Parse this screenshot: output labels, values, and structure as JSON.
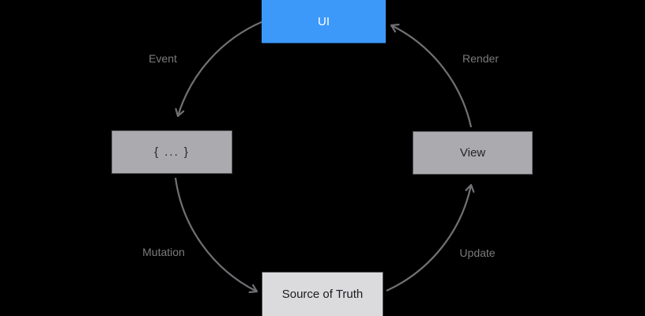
{
  "diagram": {
    "type": "cycle-flow",
    "background_color": "#000000",
    "arrow_color": "#707074",
    "edge_label_color": "#7b7b7e",
    "accent_blue": "#3C99FA",
    "node_gray": "#ABABAF",
    "node_light_gray": "#DBDBDD",
    "nodes": [
      {
        "id": "ui",
        "label": "UI"
      },
      {
        "id": "state-object",
        "label": "{ ... }"
      },
      {
        "id": "view",
        "label": "View"
      },
      {
        "id": "source-of-truth",
        "label": "Source of Truth"
      }
    ],
    "edges": [
      {
        "id": "event",
        "label": "Event",
        "from": "UI",
        "to": "{ ... }"
      },
      {
        "id": "mutation",
        "label": "Mutation",
        "from": "{ ... }",
        "to": "Source of Truth"
      },
      {
        "id": "update",
        "label": "Update",
        "from": "Source of Truth",
        "to": "View"
      },
      {
        "id": "render",
        "label": "Render",
        "from": "View",
        "to": "UI"
      }
    ]
  }
}
